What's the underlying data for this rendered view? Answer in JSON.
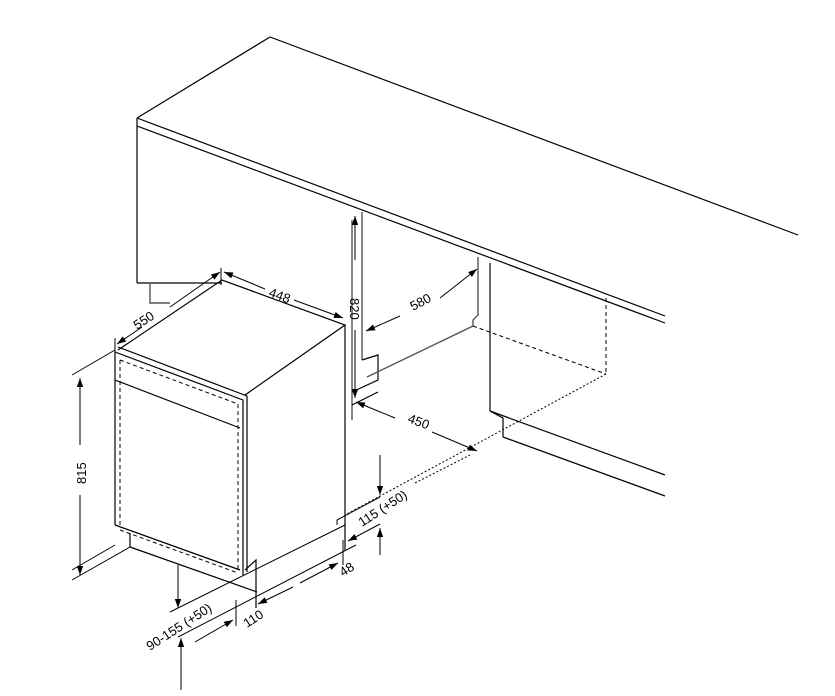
{
  "diagram": {
    "subject": "Built-under dishwasher installation dimensions",
    "units": "mm",
    "dimensions": {
      "appliance_depth": "550",
      "appliance_width": "448",
      "niche_height": "820",
      "niche_depth": "580",
      "niche_width": "450",
      "appliance_height": "815",
      "plinth_height_range": "90-155 (+50)",
      "plinth_offset": "110",
      "door_gap": "48",
      "plinth_height_back": "115 (+50)"
    }
  }
}
